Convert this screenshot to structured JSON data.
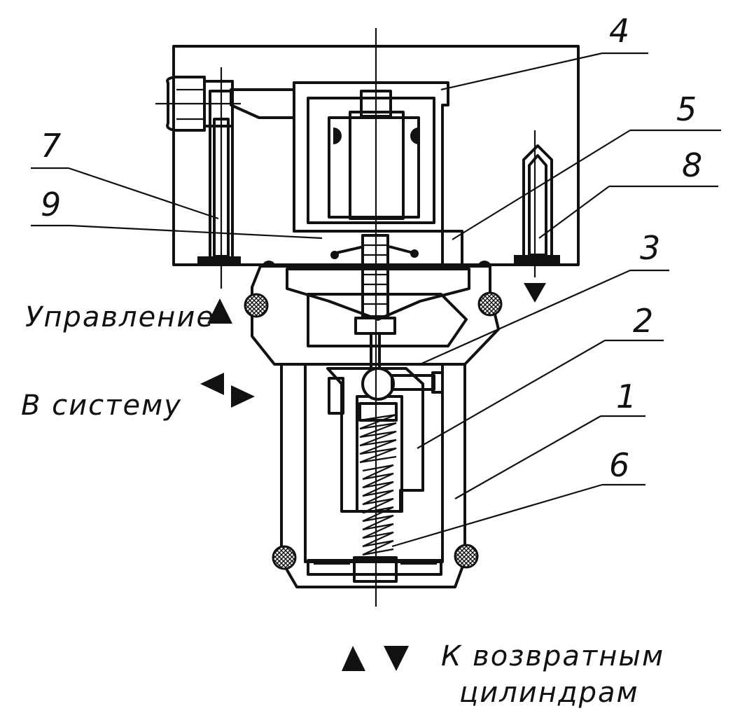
{
  "labels": {
    "control": "Управление",
    "to_system": "В систему",
    "to_return_line1": "К возвратным",
    "to_return_line2": "цилиндрам"
  },
  "callouts": {
    "c1": "1",
    "c2": "2",
    "c3": "3",
    "c4": "4",
    "c5": "5",
    "c6": "6",
    "c7": "7",
    "c8": "8",
    "c9": "9"
  }
}
